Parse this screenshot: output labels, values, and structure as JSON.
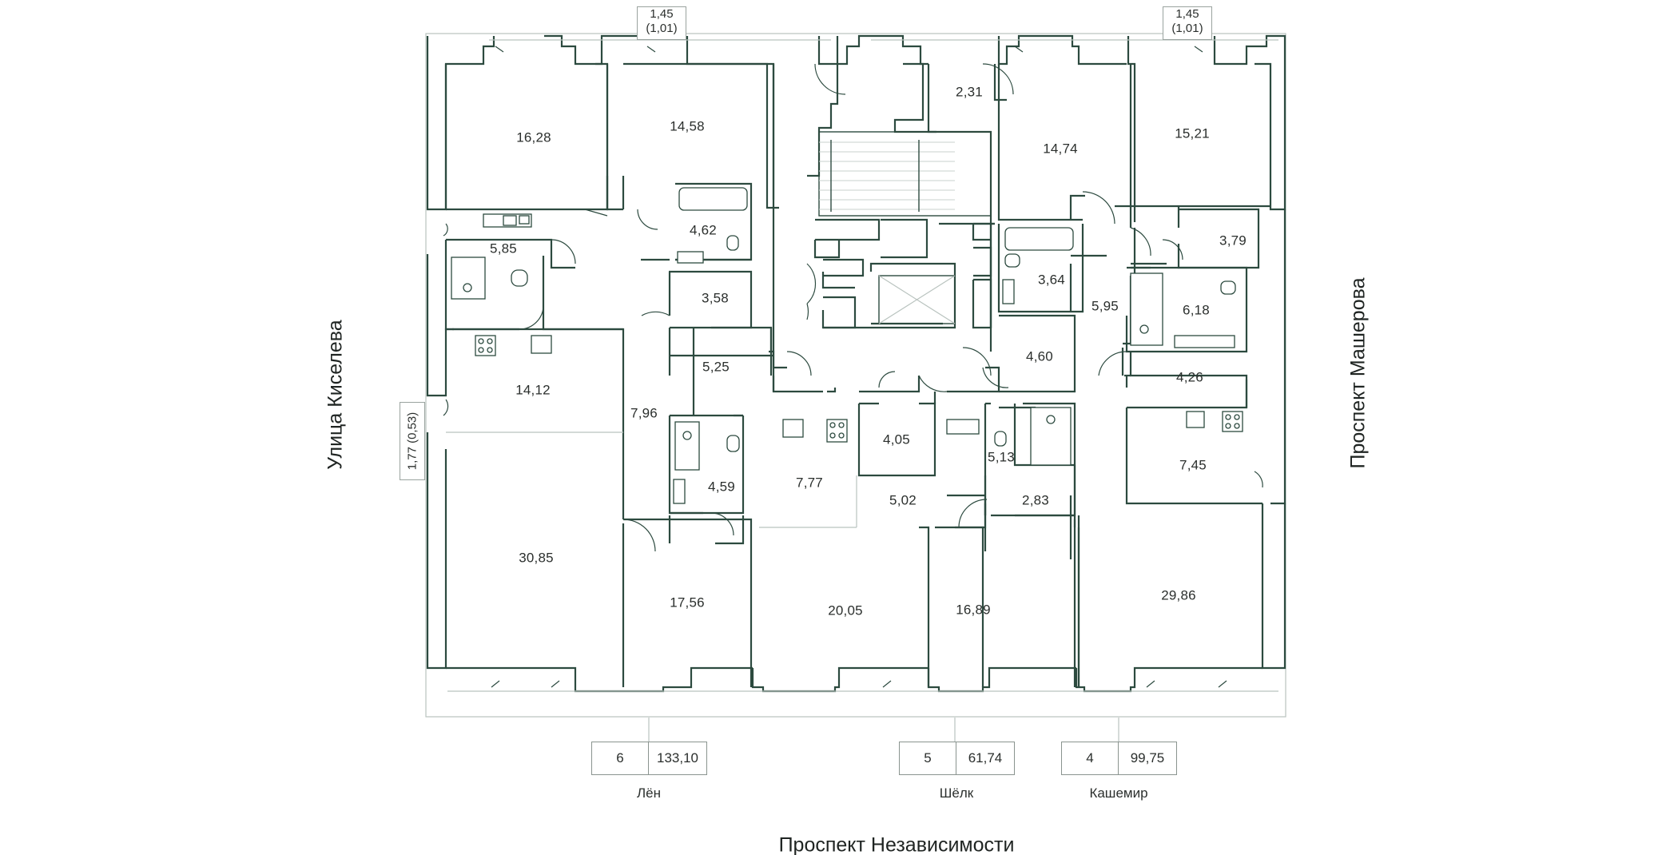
{
  "streets": {
    "left": "Улица Киселева",
    "right": "Проспект Машерова",
    "bottom": "Проспект Независимости"
  },
  "balconies": {
    "top_left": {
      "line1": "1,45",
      "line2": "(1,01)"
    },
    "top_right": {
      "line1": "1,45",
      "line2": "(1,01)"
    },
    "left_side": "1,77 (0,53)"
  },
  "rooms": [
    "16,28",
    "14,58",
    "2,31",
    "14,74",
    "15,21",
    "5,85",
    "4,62",
    "3,58",
    "3,64",
    "3,79",
    "6,18",
    "5,95",
    "14,12",
    "5,25",
    "4,60",
    "4,26",
    "7,96",
    "4,05",
    "5,13",
    "7,45",
    "7,77",
    "4,59",
    "5,02",
    "2,83",
    "30,85",
    "17,56",
    "20,05",
    "16,89",
    "29,86"
  ],
  "apartments": [
    {
      "rooms": "6",
      "total": "133,10",
      "name": "Лён"
    },
    {
      "rooms": "5",
      "total": "61,74",
      "name": "Шёлк"
    },
    {
      "rooms": "4",
      "total": "99,75",
      "name": "Кашемир"
    }
  ],
  "colors": {
    "wall": "#2c4a3f",
    "text": "#2b2f2d",
    "light": "#b9c3bf"
  }
}
